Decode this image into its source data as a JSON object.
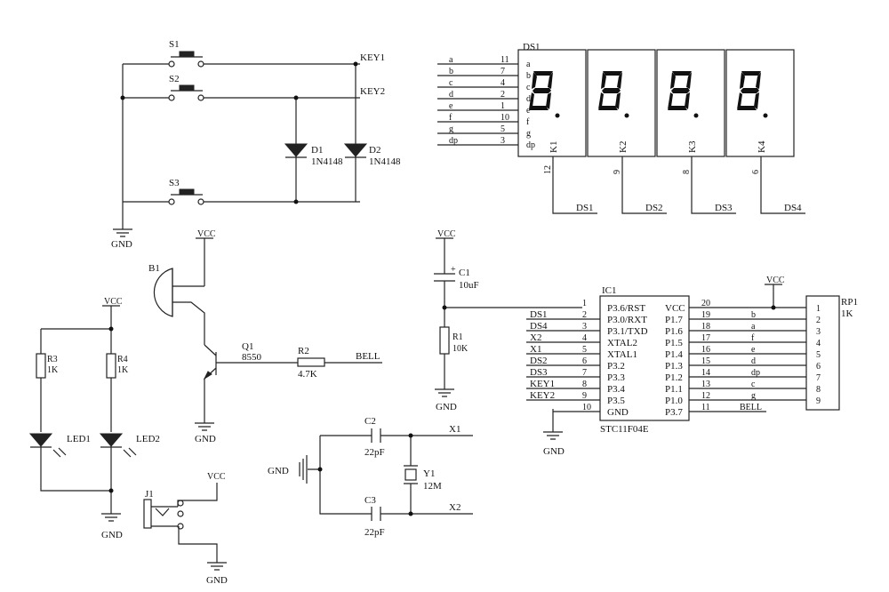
{
  "switches": {
    "s1": "S1",
    "s2": "S2",
    "s3": "S3"
  },
  "nets": {
    "key1": "KEY1",
    "key2": "KEY2",
    "vcc": "VCC",
    "gnd": "GND",
    "bell": "BELL",
    "x1": "X1",
    "x2": "X2"
  },
  "diodes": {
    "d1_ref": "D1",
    "d1_val": "1N4148",
    "d2_ref": "D2",
    "d2_val": "1N4148"
  },
  "display": {
    "ref": "DS1",
    "segments": [
      {
        "name": "a",
        "pin": "11"
      },
      {
        "name": "b",
        "pin": "7"
      },
      {
        "name": "c",
        "pin": "4"
      },
      {
        "name": "d",
        "pin": "2"
      },
      {
        "name": "e",
        "pin": "1"
      },
      {
        "name": "f",
        "pin": "10"
      },
      {
        "name": "g",
        "pin": "5"
      },
      {
        "name": "dp",
        "pin": "3"
      }
    ],
    "digits": [
      {
        "label": "K1",
        "pin": "12",
        "net": "DS1"
      },
      {
        "label": "K2",
        "pin": "9",
        "net": "DS2"
      },
      {
        "label": "K3",
        "pin": "8",
        "net": "DS3"
      },
      {
        "label": "K4",
        "pin": "6",
        "net": "DS4"
      }
    ]
  },
  "buzzer": {
    "ref": "B1"
  },
  "transistor": {
    "ref": "Q1",
    "val": "8550"
  },
  "resistors": {
    "r2_ref": "R2",
    "r2_val": "4.7K",
    "r1_ref": "R1",
    "r1_val": "10K",
    "r3_ref": "R3",
    "r3_val": "1K",
    "r4_ref": "R4",
    "r4_val": "1K",
    "rp1_ref": "RP1",
    "rp1_val": "1K"
  },
  "leds": {
    "led1": "LED1",
    "led2": "LED2"
  },
  "capacitors": {
    "c1_ref": "C1",
    "c1_val": "10uF",
    "c2_ref": "C2",
    "c2_val": "22pF",
    "c3_ref": "C3",
    "c3_val": "22pF"
  },
  "crystal": {
    "ref": "Y1",
    "val": "12M"
  },
  "jack": {
    "ref": "J1"
  },
  "ic": {
    "ref": "IC1",
    "part": "STC11F04E",
    "left_pins": [
      {
        "num": "1",
        "func": "P3.6/RST",
        "net": ""
      },
      {
        "num": "2",
        "func": "P3.0/RXT",
        "net": "DS1"
      },
      {
        "num": "3",
        "func": "P3.1/TXD",
        "net": "DS4"
      },
      {
        "num": "4",
        "func": "XTAL2",
        "net": "X2"
      },
      {
        "num": "5",
        "func": "XTAL1",
        "net": "X1"
      },
      {
        "num": "6",
        "func": "P3.2",
        "net": "DS2"
      },
      {
        "num": "7",
        "func": "P3.3",
        "net": "DS3"
      },
      {
        "num": "8",
        "func": "P3.4",
        "net": "KEY1"
      },
      {
        "num": "9",
        "func": "P3.5",
        "net": "KEY2"
      },
      {
        "num": "10",
        "func": "GND",
        "net": ""
      }
    ],
    "right_pins": [
      {
        "num": "20",
        "func": "VCC",
        "net": "",
        "rp": "1"
      },
      {
        "num": "19",
        "func": "P1.7",
        "net": "b",
        "rp": "2"
      },
      {
        "num": "18",
        "func": "P1.6",
        "net": "a",
        "rp": "3"
      },
      {
        "num": "17",
        "func": "P1.5",
        "net": "f",
        "rp": "4"
      },
      {
        "num": "16",
        "func": "P1.4",
        "net": "e",
        "rp": "5"
      },
      {
        "num": "15",
        "func": "P1.3",
        "net": "d",
        "rp": "6"
      },
      {
        "num": "14",
        "func": "P1.2",
        "net": "dp",
        "rp": "7"
      },
      {
        "num": "13",
        "func": "P1.1",
        "net": "c",
        "rp": "8"
      },
      {
        "num": "12",
        "func": "P1.0",
        "net": "g",
        "rp": "9"
      },
      {
        "num": "11",
        "func": "P3.7",
        "net": "BELL",
        "rp": ""
      }
    ]
  }
}
